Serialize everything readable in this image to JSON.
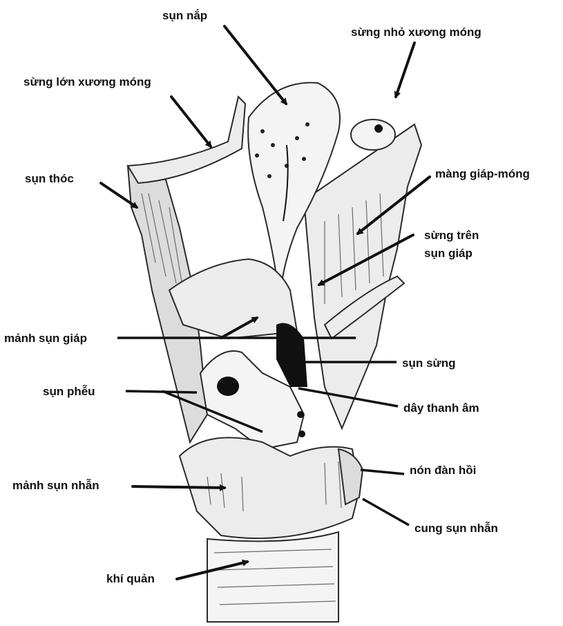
{
  "labels": {
    "sun_nap": "sụn nắp",
    "sung_nho_xuong_mong": "sừng nhỏ xương móng",
    "sung_lon_xuong_mong": "sừng lớn xương móng",
    "sun_thoc": "sụn thóc",
    "mang_giap_mong": "màng giáp-móng",
    "sung_tren_line1": "sừng trên",
    "sung_tren_line2": "sụn giáp",
    "manh_sun_giap": "mảnh sụn giáp",
    "sun_sung": "sụn sừng",
    "sun_pheu": "sụn phễu",
    "day_thanh_am": "dây thanh âm",
    "non_dan_hoi": "nón đàn hồi",
    "manh_sun_nhan": "mảnh sụn nhẫn",
    "cung_sun_nhan": "cung sụn nhẫn",
    "khi_quan": "khí quản"
  },
  "colors": {
    "ink": "#111111",
    "paper": "#ffffff",
    "cartilage": "#ececec"
  }
}
